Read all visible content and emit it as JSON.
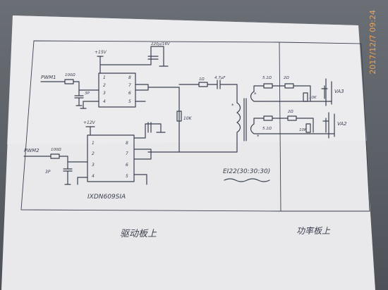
{
  "timestamp": "2017/12/7  09:24",
  "labels": {
    "pwm1": "PWM1",
    "pwm2": "PWM2",
    "r100_1": "100Ω",
    "r100_2": "100Ω",
    "cap3p_1": "3P",
    "cap3p_2": "3P",
    "v15_top": "+15V",
    "v12_bottom": "+12V",
    "cap_top": "220μ/16V",
    "r1ohm": "1Ω",
    "cap47": "4.7μF",
    "r10k": "10K",
    "ic_name": "IXDN609SIA",
    "transformer": "EI22(30:30:30)",
    "r51_top": "5.1Ω",
    "r2_top": "2Ω",
    "r10k_top": "10K",
    "va3": "VA3",
    "r2_bot": "2Ω",
    "r51_bot": "5.1Ω",
    "r10k_bot": "10K",
    "va2": "VA2",
    "caption_left": "驱动板上",
    "caption_right": "功率板上"
  },
  "pins_top": [
    "1",
    "2",
    "3",
    "4",
    "8",
    "7",
    "6",
    "5"
  ],
  "pins_bottom": [
    "1",
    "2",
    "3",
    "4",
    "8",
    "7",
    "6",
    "5"
  ]
}
